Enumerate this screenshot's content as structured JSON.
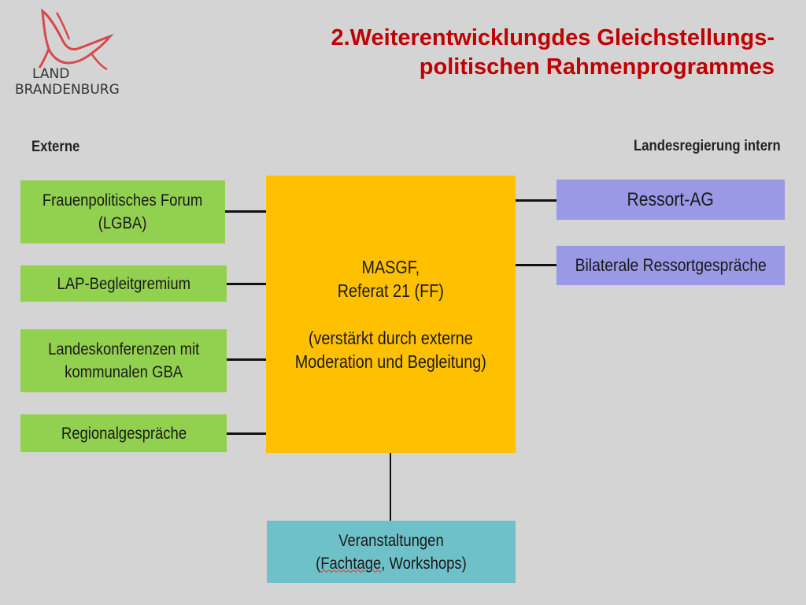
{
  "logo": {
    "line1": "LAND",
    "line2": "BRANDENBURG"
  },
  "title": {
    "line1": "2.Weiterentwicklungdes Gleichstellungs-",
    "line2": "politischen Rahmenprogrammes"
  },
  "labels": {
    "left": "Externe",
    "right": "Landesregierung intern"
  },
  "left_boxes": [
    {
      "text": "Frauenpolitisches Forum\n(LGBA)"
    },
    {
      "text": "LAP-Begleitgremium"
    },
    {
      "text": "Landeskonferenzen mit\nkommunalen GBA"
    },
    {
      "text": "Regionalgespräche"
    }
  ],
  "center_box": {
    "text": "MASGF,\nReferat 21 (FF)\n\n(verstärkt durch externe\nModeration und  Begleitung)"
  },
  "right_boxes": [
    {
      "text": "Ressort-AG"
    },
    {
      "text": "Bilaterale Ressortgespräche"
    }
  ],
  "bottom_box": {
    "line1": "Veranstaltungen",
    "line2_pre": "(",
    "line2_wavy": "Fachtage",
    "line2_post": ", Workshops)"
  },
  "colors": {
    "title": "#c00000",
    "green": "#92d050",
    "center": "#ffc000",
    "purple": "#9999e6",
    "teal": "#6fc1c9",
    "background": "#d4d4d4"
  }
}
